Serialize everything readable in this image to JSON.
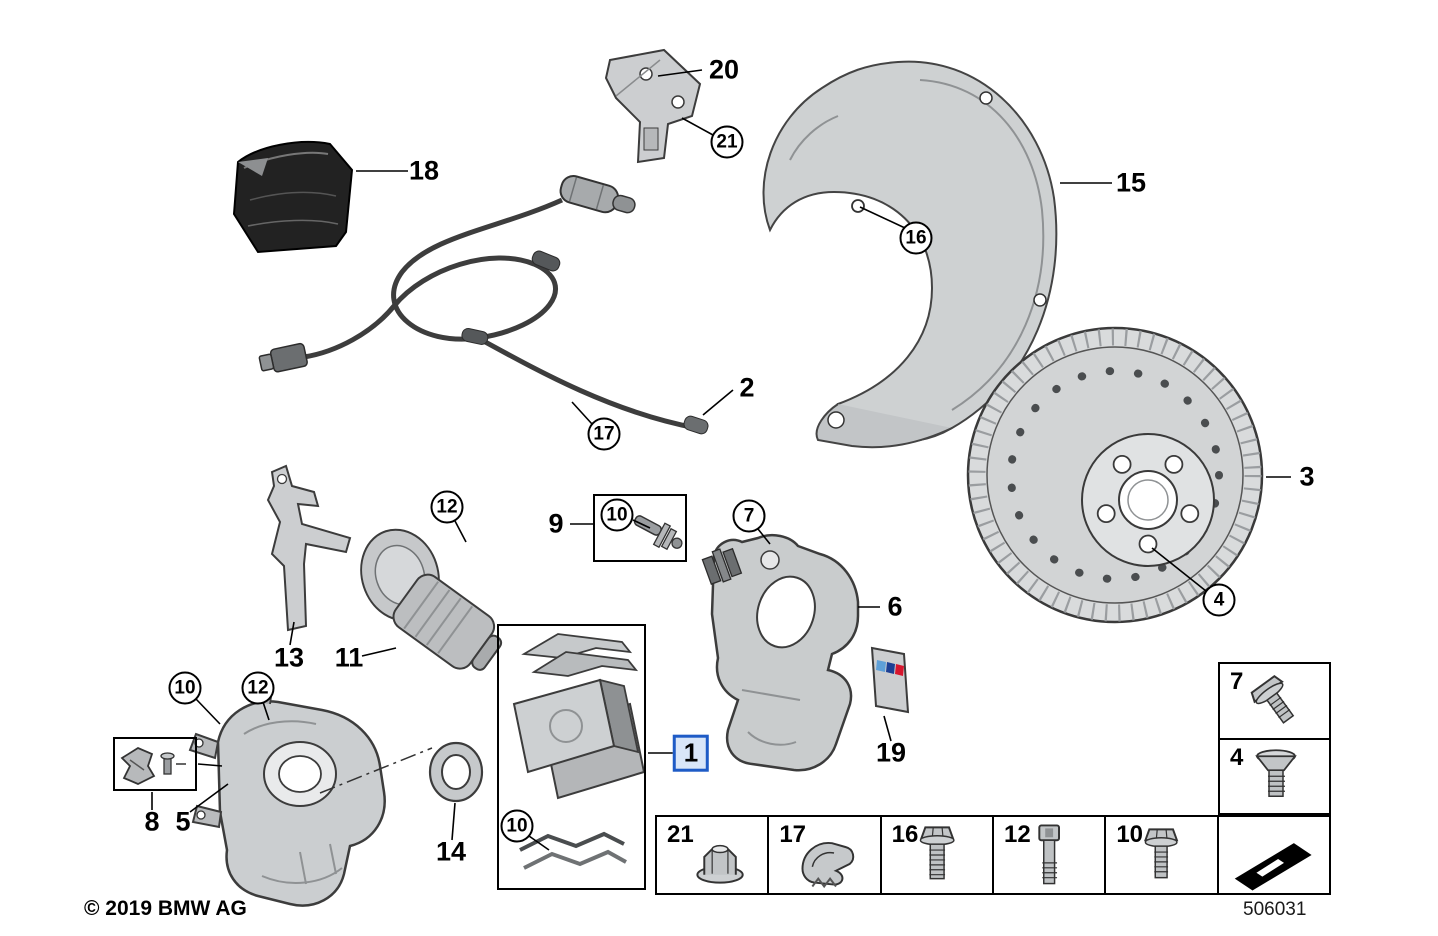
{
  "footer": {
    "copyright": "© 2019 BMW AG",
    "diagram_code": "506031"
  },
  "colors": {
    "highlight_border": "#1e5bc6",
    "highlight_fill": "#d9e6f8"
  },
  "callouts": {
    "plain": [
      {
        "part": "20"
      },
      {
        "part": "18"
      },
      {
        "part": "15"
      },
      {
        "part": "2"
      },
      {
        "part": "3"
      },
      {
        "part": "9"
      },
      {
        "part": "6"
      },
      {
        "part": "13"
      },
      {
        "part": "11"
      },
      {
        "part": "19"
      },
      {
        "part": "8"
      },
      {
        "part": "5"
      },
      {
        "part": "14"
      }
    ],
    "highlighted": {
      "part": "1"
    },
    "circled": [
      {
        "part": "21"
      },
      {
        "part": "16"
      },
      {
        "part": "17"
      },
      {
        "part": "12"
      },
      {
        "part": "10"
      },
      {
        "part": "7"
      },
      {
        "part": "4"
      },
      {
        "part": "10"
      },
      {
        "part": "12"
      },
      {
        "part": "10"
      }
    ]
  },
  "fastener_table": {
    "cells": [
      {
        "part": "21",
        "icon": "flanged-nut-icon"
      },
      {
        "part": "17",
        "icon": "retaining-clip-icon"
      },
      {
        "part": "16",
        "icon": "hex-flange-bolt-icon"
      },
      {
        "part": "12",
        "icon": "cheese-head-bolt-icon"
      },
      {
        "part": "10",
        "icon": "hex-flange-bolt-icon"
      },
      {
        "part": "",
        "icon": "direction-arrow-icon"
      }
    ]
  },
  "side_table": {
    "cells": [
      {
        "part": "7",
        "icon": "hex-flange-bolt-icon"
      },
      {
        "part": "4",
        "icon": "countersunk-screw-icon"
      }
    ]
  }
}
